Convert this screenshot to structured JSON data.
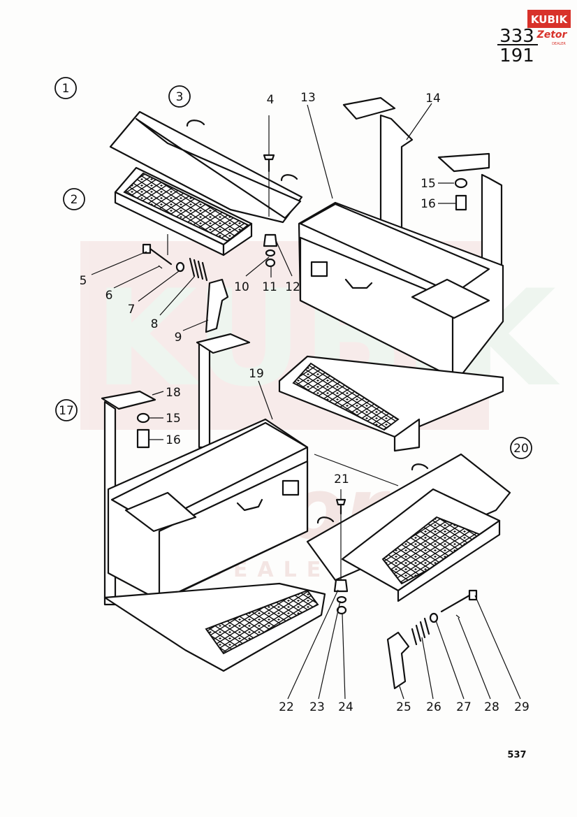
{
  "header": {
    "brand_logo_text": "KUBIK",
    "brand_sub_text": "Zetor",
    "brand_dealer_text": "DEALER",
    "page_fraction_top": "333",
    "page_fraction_bottom": "191"
  },
  "footer": {
    "page_number": "537"
  },
  "watermark": {
    "text_main": "KUBIK",
    "text_sub": "Zetor",
    "text_dealer": "DEALER"
  },
  "callouts_circled": [
    "1",
    "2",
    "3",
    "17",
    "20"
  ],
  "callouts": [
    "4",
    "5",
    "6",
    "7",
    "8",
    "9",
    "10",
    "11",
    "12",
    "13",
    "14",
    "15",
    "16",
    "15",
    "16",
    "18",
    "19",
    "21",
    "22",
    "23",
    "24",
    "25",
    "26",
    "27",
    "28",
    "29"
  ],
  "colors": {
    "ink": "#111111",
    "watermark": "#e9c9c6",
    "brand_red": "#d8322a"
  }
}
